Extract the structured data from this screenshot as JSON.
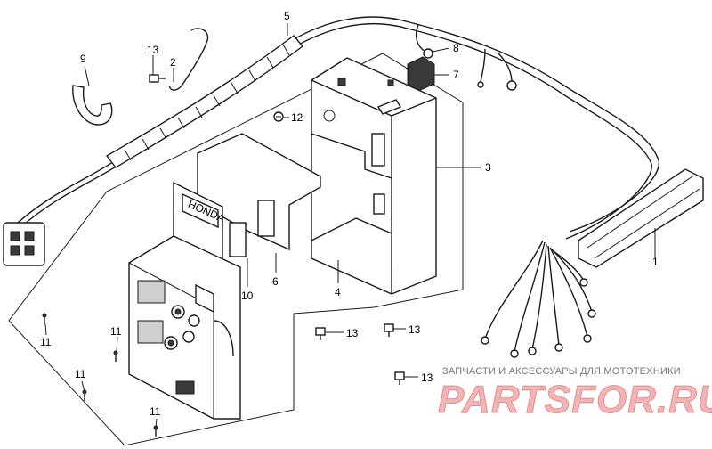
{
  "callouts": {
    "c1": "1",
    "c2": "2",
    "c3": "3",
    "c4": "4",
    "c5": "5",
    "c6": "6",
    "c7": "7",
    "c8": "8",
    "c9": "9",
    "c10": "10",
    "c11a": "11",
    "c11b": "11",
    "c11c": "11",
    "c11d": "11",
    "c12": "12",
    "c13a": "13",
    "c13b": "13",
    "c13c": "13",
    "c13d": "13"
  },
  "label_plate": "HONDA",
  "watermark": {
    "caption": "ЗАПЧАСТИ И АКСЕССУАРЫ ДЛЯ МОТОТЕХНИКИ",
    "logo": "PARTSFOR.RU"
  }
}
